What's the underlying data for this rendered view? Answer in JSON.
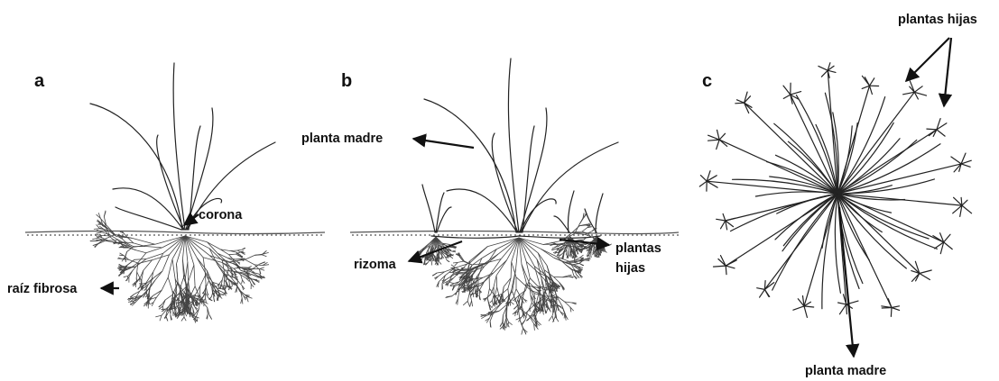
{
  "panels": {
    "a": {
      "letter": "a",
      "labels": {
        "crown": "corona",
        "fibrous_root": "raíz fibrosa"
      }
    },
    "b": {
      "letter": "b",
      "labels": {
        "mother_plant": "planta madre",
        "rhizome": "rizoma",
        "daughter_plants_line1": "plantas",
        "daughter_plants_line2": "hijas"
      }
    },
    "c": {
      "letter": "c",
      "labels": {
        "daughter_plants": "plantas hijas",
        "mother_plant": "planta madre"
      }
    }
  },
  "colors": {
    "ink": "#111111",
    "plant_stroke": "#222222",
    "root_stroke": "#444444",
    "background": "#ffffff"
  }
}
